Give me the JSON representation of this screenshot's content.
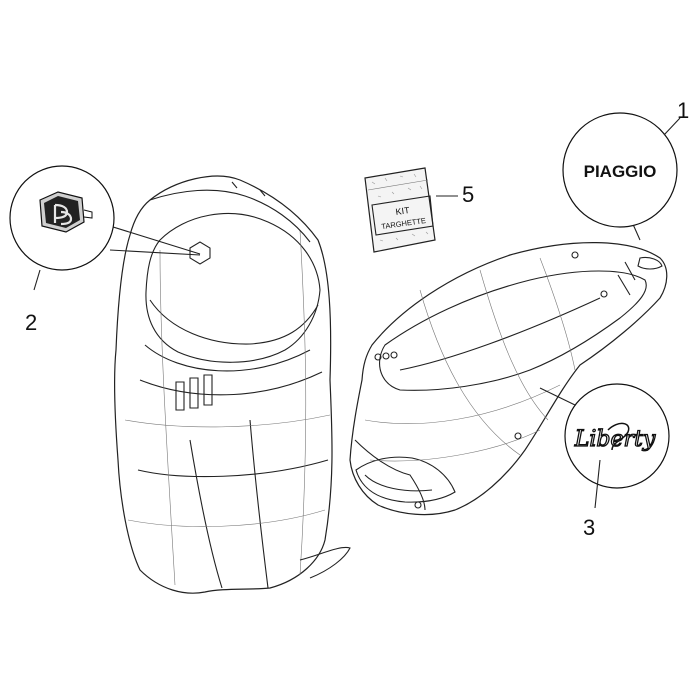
{
  "labels": {
    "piaggio_logo": "PIAGGIO",
    "liberty_logo": "Liberty",
    "kit_line1": "KIT",
    "kit_line2": "TARGHETTE"
  },
  "ref_numbers": {
    "n1": "1",
    "n2": "2",
    "n3": "3",
    "n5": "5"
  },
  "colors": {
    "outline": "#222222",
    "background": "#ffffff"
  }
}
